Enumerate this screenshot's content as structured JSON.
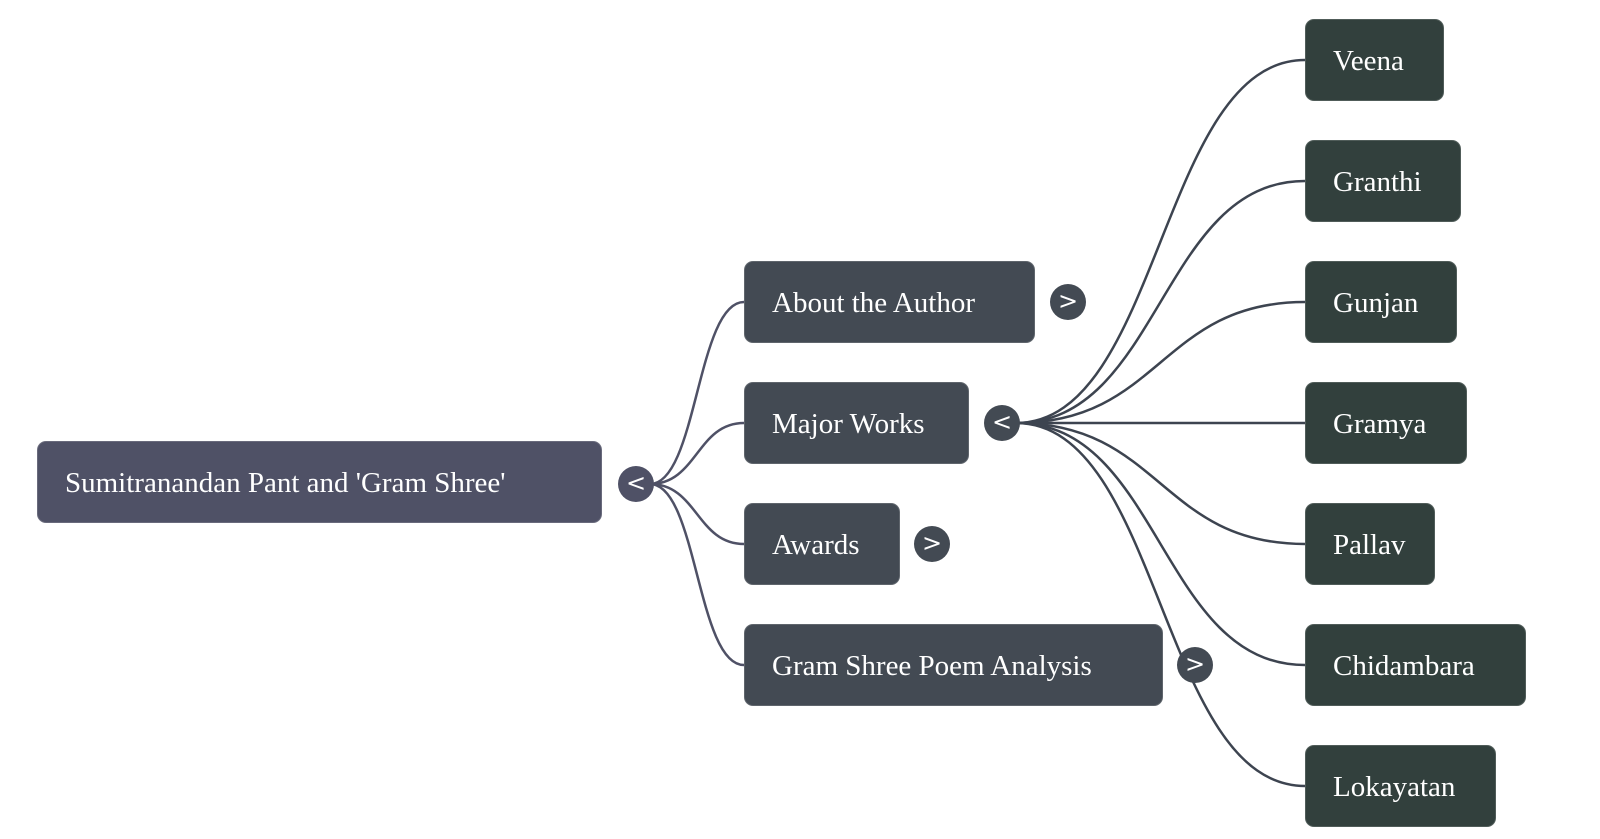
{
  "mindmap": {
    "root": {
      "label": "Sumitranandan Pant and 'Gram Shree'",
      "toggle": "<",
      "expanded": true
    },
    "branches": [
      {
        "label": "About the Author",
        "toggle": ">",
        "expanded": false
      },
      {
        "label": "Major Works",
        "toggle": "<",
        "expanded": true,
        "children": [
          "Veena",
          "Granthi",
          "Gunjan",
          "Gramya",
          "Pallav",
          "Chidambara",
          "Lokayatan"
        ]
      },
      {
        "label": "Awards",
        "toggle": ">",
        "expanded": false
      },
      {
        "label": "Gram Shree Poem Analysis",
        "toggle": ">",
        "expanded": false
      }
    ]
  },
  "colors": {
    "root_fill": "#4f5166",
    "branch_fill": "#434a53",
    "leaf_fill": "#32403d",
    "root_link": "#4f5166",
    "branch_link": "#3d4450",
    "text": "#ffffff"
  }
}
